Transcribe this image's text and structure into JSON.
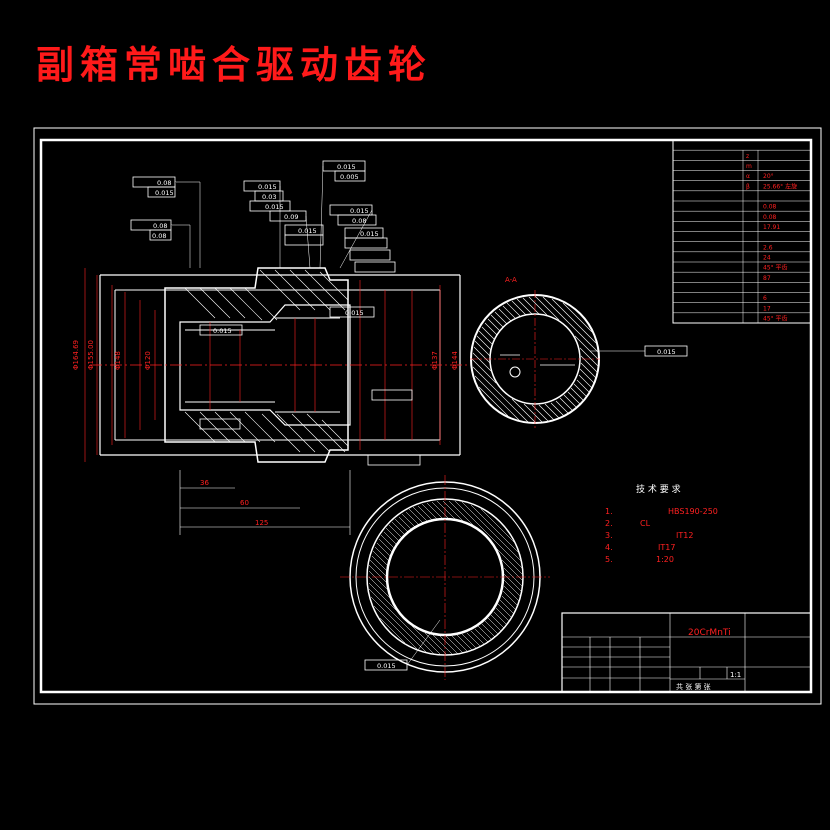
{
  "title": "副箱常啮合驱动齿轮",
  "tech_req": {
    "heading": "技 术 要 求",
    "items": [
      "1.",
      "2.",
      "3.",
      "4.",
      "5."
    ],
    "notes": [
      "HBS190-250",
      "CL",
      "IT12",
      "IT17",
      "1:20"
    ]
  },
  "gear_table": {
    "rows": [
      [
        "",
        "z",
        ""
      ],
      [
        "",
        "m",
        ""
      ],
      [
        "",
        "α",
        "20°"
      ],
      [
        "",
        "β",
        "25.66° 左旋"
      ],
      [
        "",
        "",
        ""
      ],
      [
        "",
        "",
        "0.08"
      ],
      [
        "",
        "",
        "0.08"
      ],
      [
        "",
        "",
        "17.91"
      ],
      [
        "",
        "",
        ""
      ],
      [
        "",
        "",
        "2.6"
      ],
      [
        "",
        "",
        "24"
      ],
      [
        "",
        "",
        "45° 平齿"
      ],
      [
        "",
        "",
        "87"
      ],
      [
        "",
        "",
        ""
      ],
      [
        "",
        "",
        "6"
      ],
      [
        "",
        "",
        "17"
      ],
      [
        "",
        "",
        "45° 平齿"
      ]
    ]
  },
  "title_block": {
    "material": "20CrMnTi",
    "scale": "1:1",
    "sheet": "共 张 第 张"
  },
  "tolerances": {
    "t1": "0.08",
    "t2": "0.015",
    "t3": "0.015",
    "t4": "0.03",
    "t5": "0.015",
    "t6": "0.09",
    "t7": "0.005",
    "t8": "0.015",
    "t9": "0.08",
    "t10": "0.08",
    "t11": "0.015",
    "t12": "0.015",
    "t13": "0.08",
    "t14": "0.015",
    "t15": "0.015",
    "t16": "0.015"
  },
  "colors": {
    "accent": "#ff1a1a",
    "line": "#ffffff",
    "bg": "#000000"
  }
}
